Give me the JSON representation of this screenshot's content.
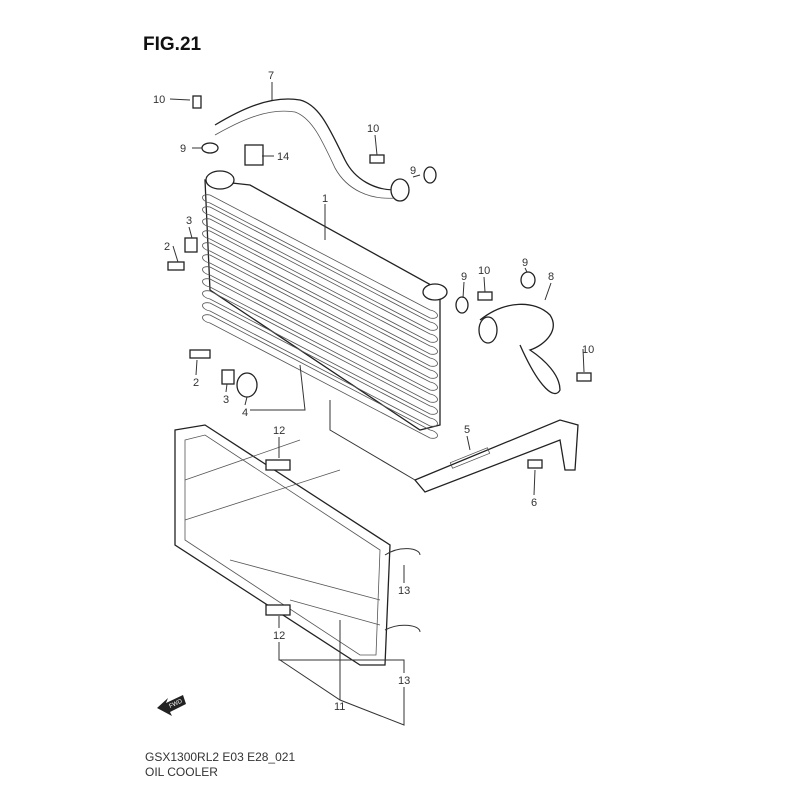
{
  "figure": {
    "title": "FIG.21",
    "model_code": "GSX1300RL2 E03 E28_021",
    "section": "OIL COOLER"
  },
  "fwd_arrow_label": "FWD",
  "callouts": [
    "7",
    "10",
    "9",
    "14",
    "10",
    "9",
    "1",
    "3",
    "2",
    "9",
    "10",
    "9",
    "8",
    "10",
    "2",
    "3",
    "4",
    "5",
    "12",
    "6",
    "13",
    "12",
    "13",
    "11"
  ]
}
